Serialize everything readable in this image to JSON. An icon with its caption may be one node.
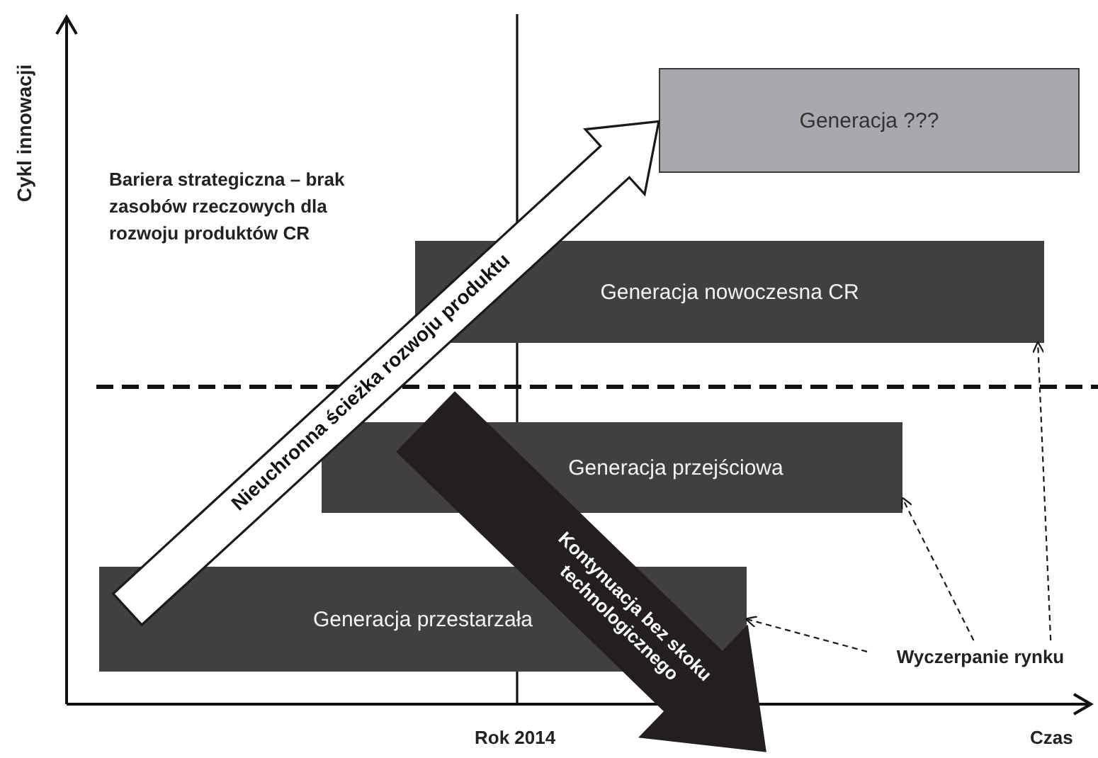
{
  "diagram": {
    "nodes": [
      {
        "text": [
          "Generacja ???"
        ]
      },
      {
        "text": [
          "Generacja nowoczesna CR"
        ]
      },
      {
        "text": [
          "Generacja przejściowa"
        ]
      },
      {
        "text": [
          "Generacja przestarzała"
        ]
      },
      {
        "text": [
          "Wyczerpanie rynku"
        ]
      }
    ],
    "edges": [
      {
        "from": null,
        "to": 0,
        "arrow": "to",
        "style": "thick",
        "label": "Nieuchronna ścieżka rozwoju produktu"
      },
      {
        "from": 2,
        "to": null,
        "arrow": "to",
        "style": "thick",
        "color": "#231f20",
        "label": "Kontynuacja bez skoku technologicznego"
      },
      {
        "from": 4,
        "to": 3,
        "arrow": "to",
        "style": "dashed"
      },
      {
        "from": 4,
        "to": 2,
        "arrow": "to",
        "style": "dashed"
      },
      {
        "from": 4,
        "to": 1,
        "arrow": "to",
        "style": "dashed"
      }
    ],
    "labels": [
      "Cykl innowacji",
      "Bariera strategiczna – brak zasobów rzeczowych dla rozwoju produktów CR",
      "Rok 2014",
      "Czas"
    ]
  }
}
